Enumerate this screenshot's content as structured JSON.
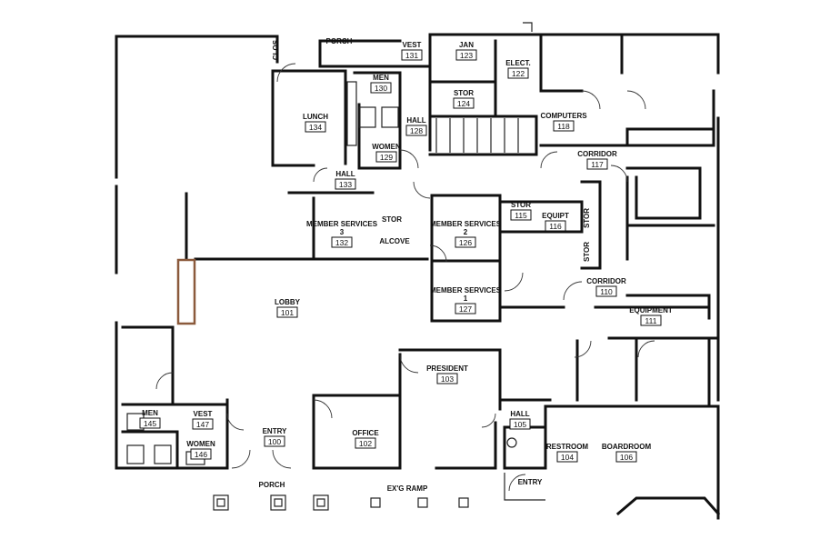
{
  "rooms": [
    {
      "id": "porch_top",
      "name": "PORCH",
      "number": ""
    },
    {
      "id": "vest_131",
      "name": "VEST",
      "number": "131"
    },
    {
      "id": "jan_123",
      "name": "JAN",
      "number": "123"
    },
    {
      "id": "elect_122",
      "name": "ELECT.",
      "number": "122"
    },
    {
      "id": "clos",
      "name": "CLOS",
      "number": ""
    },
    {
      "id": "men_130",
      "name": "MEN",
      "number": "130"
    },
    {
      "id": "stor_124",
      "name": "STOR",
      "number": "124"
    },
    {
      "id": "lunch_134",
      "name": "LUNCH",
      "number": "134"
    },
    {
      "id": "hall_128",
      "name": "HALL",
      "number": "128"
    },
    {
      "id": "women_129",
      "name": "WOMEN",
      "number": "129"
    },
    {
      "id": "computers_118",
      "name": "COMPUTERS",
      "number": "118"
    },
    {
      "id": "corridor_117",
      "name": "CORRIDOR",
      "number": "117"
    },
    {
      "id": "hall_133",
      "name": "HALL",
      "number": "133"
    },
    {
      "id": "ms3_132",
      "name": "MEMBER SERVICES 3",
      "number": "132"
    },
    {
      "id": "stor_alcove",
      "name": "STOR",
      "number": ""
    },
    {
      "id": "alcove",
      "name": "ALCOVE",
      "number": ""
    },
    {
      "id": "ms2_126",
      "name": "MEMBER SERVICES 2",
      "number": "126"
    },
    {
      "id": "stor_115",
      "name": "STOR",
      "number": "115"
    },
    {
      "id": "equipt_116",
      "name": "EQUIPT",
      "number": "116"
    },
    {
      "id": "stor_a",
      "name": "STOR",
      "number": ""
    },
    {
      "id": "stor_b",
      "name": "STOR",
      "number": ""
    },
    {
      "id": "ms1_127",
      "name": "MEMBER SERVICES 1",
      "number": "127"
    },
    {
      "id": "corridor_110",
      "name": "CORRIDOR",
      "number": "110"
    },
    {
      "id": "lobby_101",
      "name": "LOBBY",
      "number": "101"
    },
    {
      "id": "equipment_111",
      "name": "EQUIPMENT",
      "number": "111"
    },
    {
      "id": "president_103",
      "name": "PRESIDENT",
      "number": "103"
    },
    {
      "id": "hall_105",
      "name": "HALL",
      "number": "105"
    },
    {
      "id": "men_145",
      "name": "MEN",
      "number": "145"
    },
    {
      "id": "vest_147",
      "name": "VEST",
      "number": "147"
    },
    {
      "id": "entry_100",
      "name": "ENTRY",
      "number": "100"
    },
    {
      "id": "office_102",
      "name": "OFFICE",
      "number": "102"
    },
    {
      "id": "restroom_104",
      "name": "RESTROOM",
      "number": "104"
    },
    {
      "id": "boardroom_106",
      "name": "BOARDROOM",
      "number": "106"
    },
    {
      "id": "women_146",
      "name": "WOMEN",
      "number": "146"
    },
    {
      "id": "porch_bottom",
      "name": "PORCH",
      "number": ""
    },
    {
      "id": "exg_ramp",
      "name": "EX'G RAMP",
      "number": ""
    },
    {
      "id": "entry_bottom",
      "name": "ENTRY",
      "number": ""
    }
  ],
  "colors": {
    "walls": "#111111",
    "highlight": "#8b5a3c",
    "background": "#ffffff"
  }
}
